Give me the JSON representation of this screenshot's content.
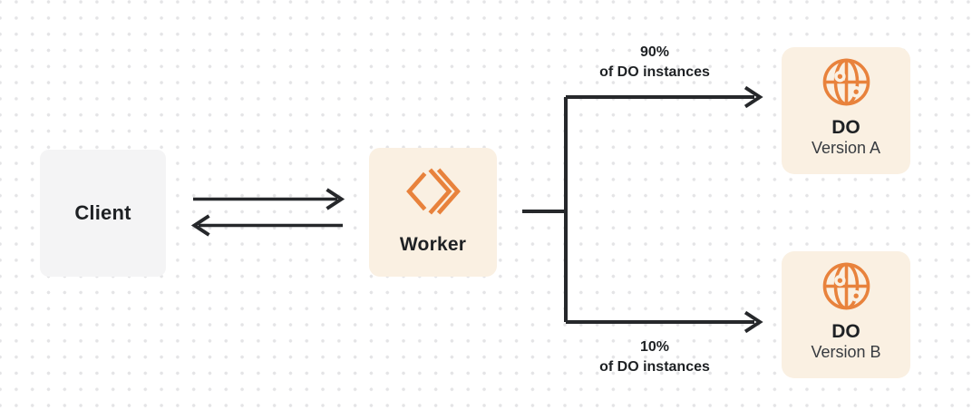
{
  "diagram": {
    "client": {
      "label": "Client"
    },
    "worker": {
      "label": "Worker"
    },
    "do_version_a": {
      "title": "DO",
      "subtitle": "Version A"
    },
    "do_version_b": {
      "title": "DO",
      "subtitle": "Version B"
    },
    "split_top": {
      "percent": "90%",
      "caption": "of DO instances"
    },
    "split_bottom": {
      "percent": "10%",
      "caption": "of DO instances"
    },
    "icons": {
      "worker_icon": "workers-double-chevron",
      "do_icon": "globe-with-dots"
    },
    "colors": {
      "accent_orange": "#e8823c",
      "node_cream": "#faf0e2",
      "client_gray": "#f4f4f5",
      "connector_dark": "#26282b",
      "dot_grid": "#e4e4e6",
      "text_primary": "#1e2124",
      "text_secondary": "#373b40"
    }
  }
}
